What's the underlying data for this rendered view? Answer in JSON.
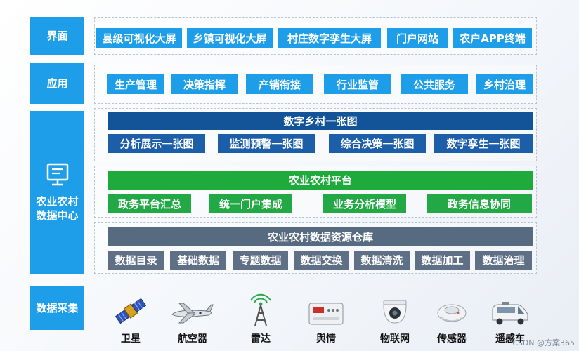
{
  "layers": {
    "interface": "界面",
    "application": "应用",
    "center": "农业农村\n数据中心",
    "collection": "数据采集"
  },
  "interface_items": [
    "县级可视化大屏",
    "乡镇可视化大屏",
    "村庄数字孪生大屏",
    "门户网站",
    "农户APP终端"
  ],
  "application_items": [
    "生产管理",
    "决策指挥",
    "产销衔接",
    "行业监管",
    "公共服务",
    "乡村治理"
  ],
  "digital_village": {
    "title": "数字乡村一张图",
    "items": [
      "分析展示一张图",
      "监测预警一张图",
      "综合决策一张图",
      "数字孪生一张图"
    ]
  },
  "agri_platform": {
    "title": "农业农村平台",
    "items": [
      "政务平台汇总",
      "统一门户集成",
      "业务分析模型",
      "政务信息协同"
    ]
  },
  "data_warehouse": {
    "title": "农业农村数据资源仓库",
    "items": [
      "数据目录",
      "基础数据",
      "专题数据",
      "数据交换",
      "数据清洗",
      "数据加工",
      "数据治理"
    ]
  },
  "collection_items": [
    "卫星",
    "航空器",
    "雷达",
    "舆情",
    "物联网",
    "传感器",
    "遥感车"
  ],
  "watermark": "CSDN @方案365",
  "colors": {
    "layer_blue": "#1e9ee8",
    "map_navy": "#1c5fa8",
    "platform_green": "#22a844",
    "warehouse_slate": "#5e6f86"
  }
}
